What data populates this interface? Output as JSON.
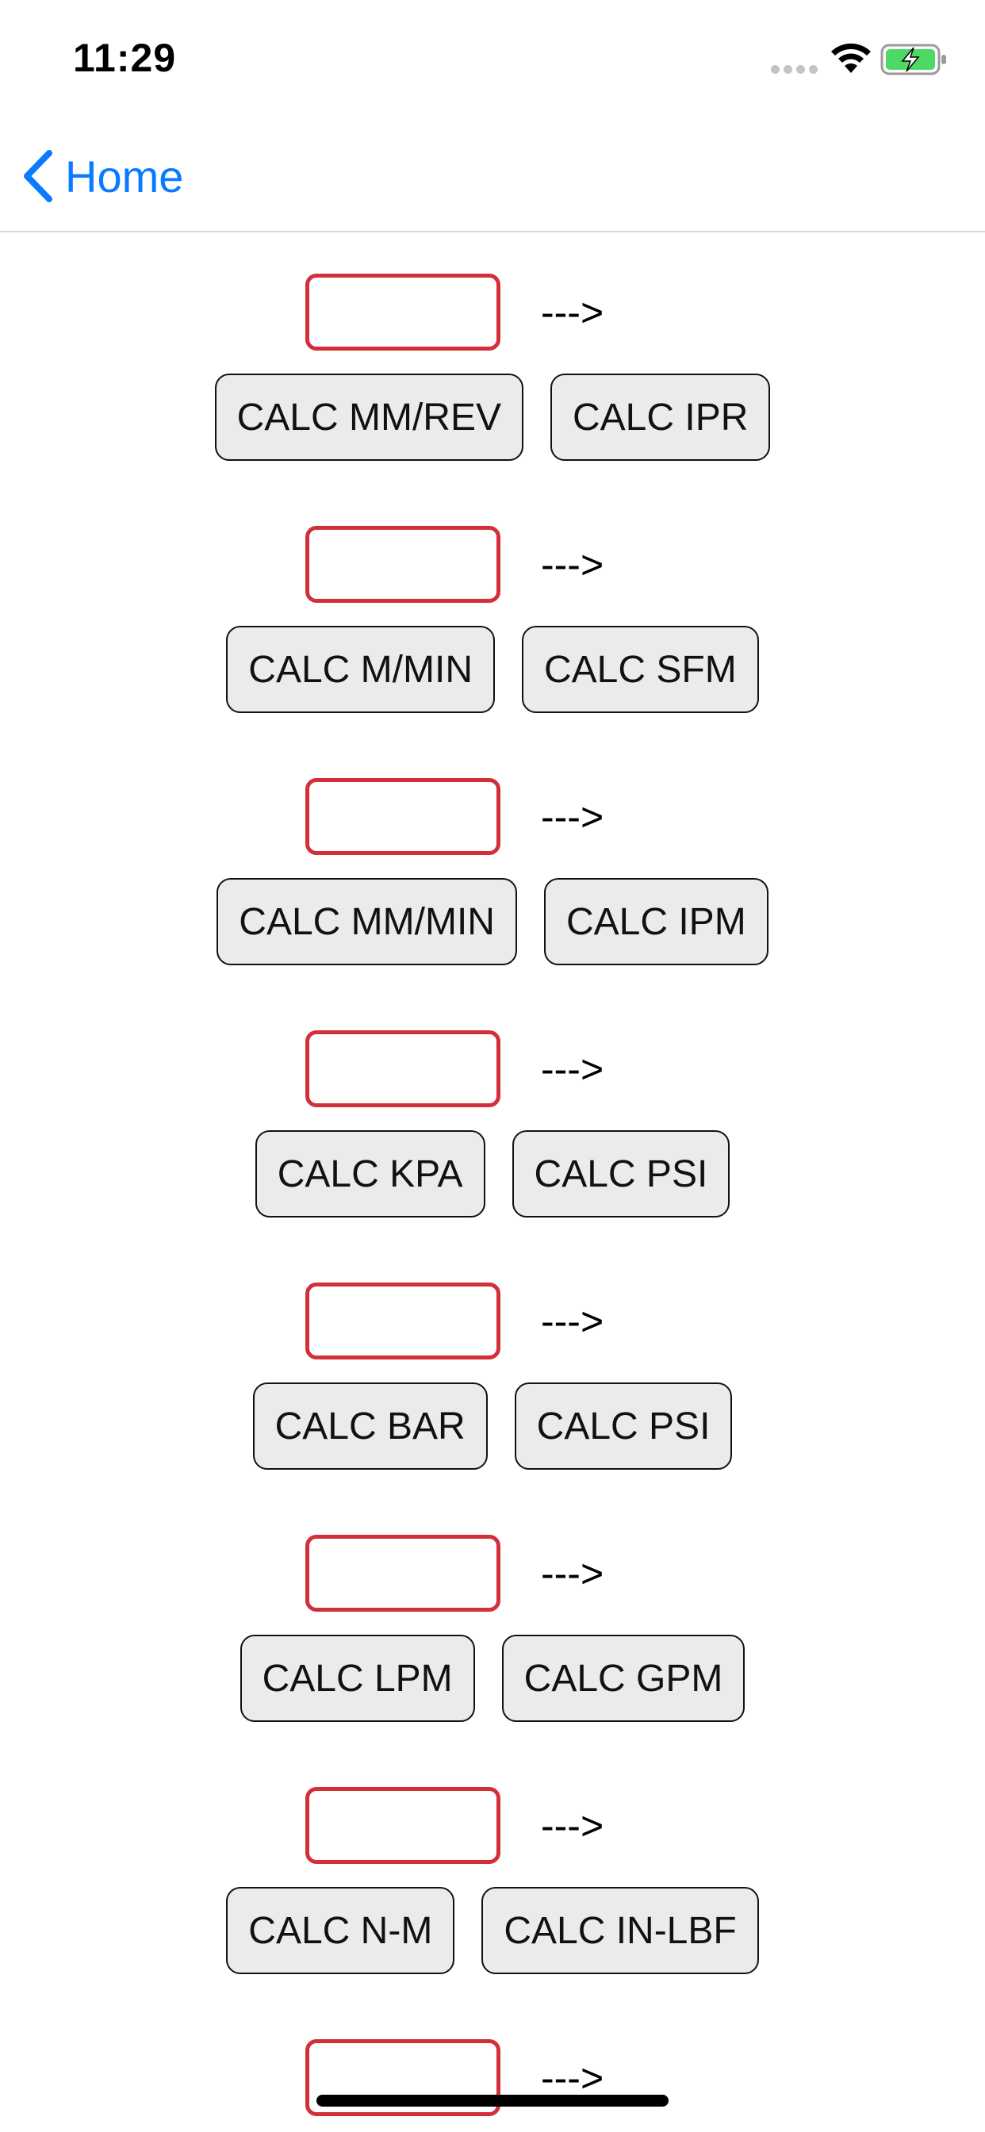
{
  "status_bar": {
    "time": "11:29",
    "battery_color": "#4cd964"
  },
  "nav": {
    "back_label": "Home",
    "accent_color": "#0a7aff"
  },
  "arrow": "--->",
  "input_border_color": "#d32f3a",
  "converters": [
    {
      "value": "",
      "buttons": [
        "CALC MM/REV",
        "CALC IPR"
      ]
    },
    {
      "value": "",
      "buttons": [
        "CALC M/MIN",
        "CALC SFM"
      ]
    },
    {
      "value": "",
      "buttons": [
        "CALC MM/MIN",
        "CALC IPM"
      ]
    },
    {
      "value": "",
      "buttons": [
        "CALC KPA",
        "CALC PSI"
      ]
    },
    {
      "value": "",
      "buttons": [
        "CALC BAR",
        "CALC PSI"
      ]
    },
    {
      "value": "",
      "buttons": [
        "CALC LPM",
        "CALC GPM"
      ]
    },
    {
      "value": "",
      "buttons": [
        "CALC N-M",
        "CALC IN-LBF"
      ]
    },
    {
      "value": "",
      "buttons": []
    }
  ]
}
